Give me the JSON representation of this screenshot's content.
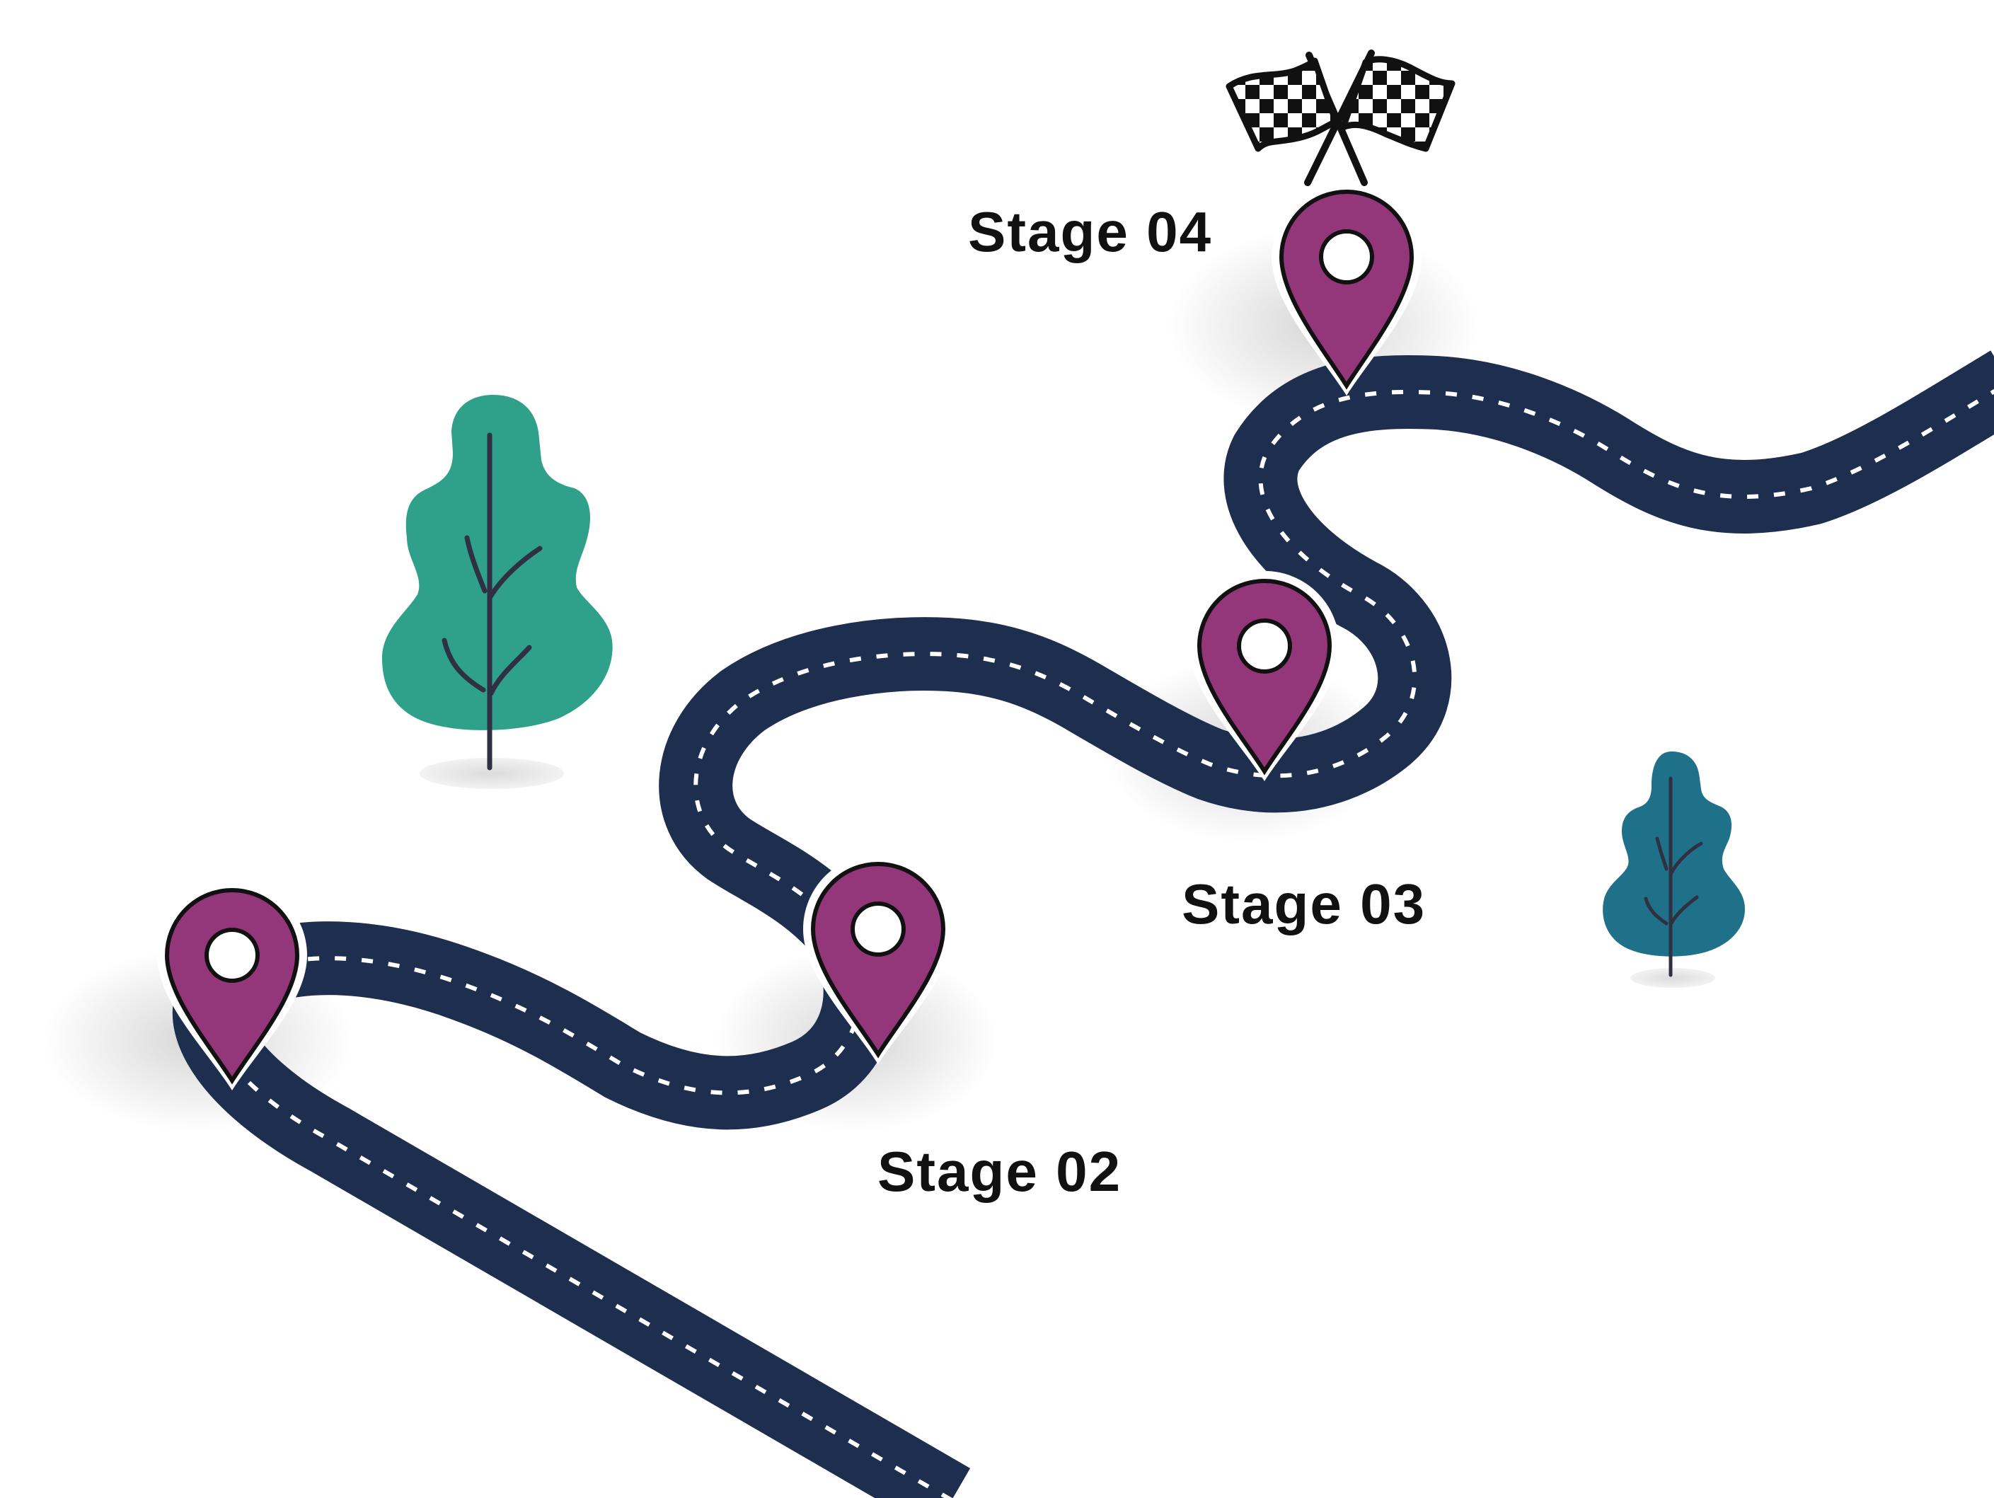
{
  "stages": [
    {
      "id": "stage-01",
      "label": ""
    },
    {
      "id": "stage-02",
      "label": "Stage 02"
    },
    {
      "id": "stage-03",
      "label": "Stage 03"
    },
    {
      "id": "stage-04",
      "label": "Stage 04"
    }
  ],
  "finish_icon": "checkered-flags-icon",
  "colors": {
    "road": "#1e2e4f",
    "road_dash": "#ffffff",
    "pin": "#93367a",
    "tree_green": "#2fa08a",
    "tree_blue": "#1f7189",
    "tree_trunk": "#2f3142",
    "text": "#111111"
  }
}
